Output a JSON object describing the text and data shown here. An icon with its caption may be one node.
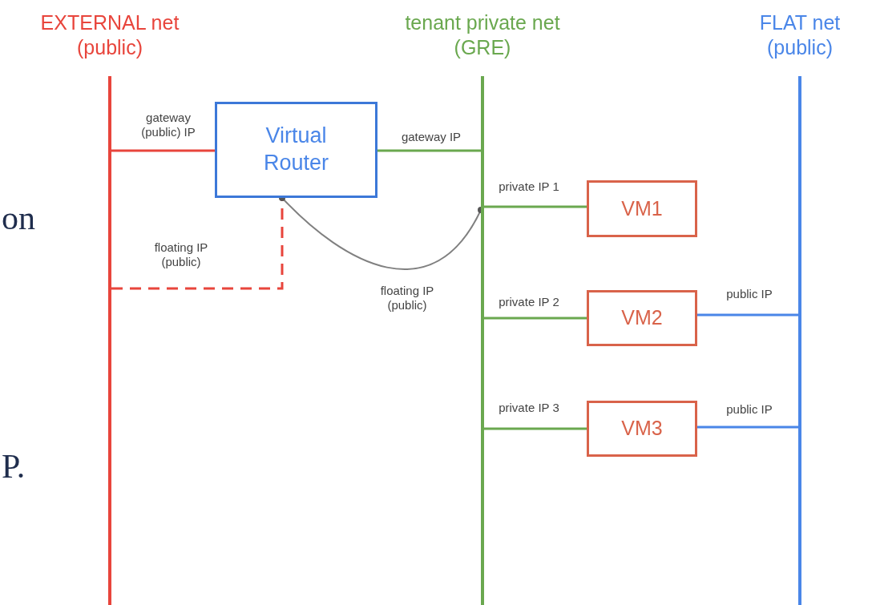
{
  "diagram": {
    "nodes": [
      {
        "text": [
          "EXTERNAL net (public)"
        ]
      },
      {
        "text": [
          "tenant private net (GRE)"
        ]
      },
      {
        "text": [
          "FLAT net (public)"
        ]
      },
      {
        "text": [
          "Virtual Router"
        ]
      },
      {
        "text": [
          "VM1"
        ]
      },
      {
        "text": [
          "VM2"
        ]
      },
      {
        "text": [
          "VM3"
        ]
      }
    ],
    "edges": [
      {
        "from": 0,
        "to": 3,
        "arrow": "none",
        "label": "gateway (public) IP",
        "color": "#e8453c"
      },
      {
        "from": 3,
        "to": 1,
        "arrow": "none",
        "label": "gateway IP"
      },
      {
        "from": 1,
        "to": 4,
        "arrow": "none",
        "label": "private IP 1"
      },
      {
        "from": 1,
        "to": 5,
        "arrow": "none",
        "label": "private IP 2"
      },
      {
        "from": 1,
        "to": 6,
        "arrow": "none",
        "label": "private IP 3"
      },
      {
        "from": 5,
        "to": 2,
        "arrow": "none",
        "label": "public IP",
        "color": "#4a86e8"
      },
      {
        "from": 6,
        "to": 2,
        "arrow": "none",
        "label": "public IP",
        "color": "#4a86e8"
      },
      {
        "from": 0,
        "to": 3,
        "arrow": "none",
        "label": "floating IP (public)",
        "style": "dashed",
        "color": "#e8453c"
      },
      {
        "from": 3,
        "to": 1,
        "arrow": "other",
        "label": "floating IP (public)",
        "color": "#808080"
      }
    ],
    "labels": [
      "on",
      "P."
    ]
  }
}
